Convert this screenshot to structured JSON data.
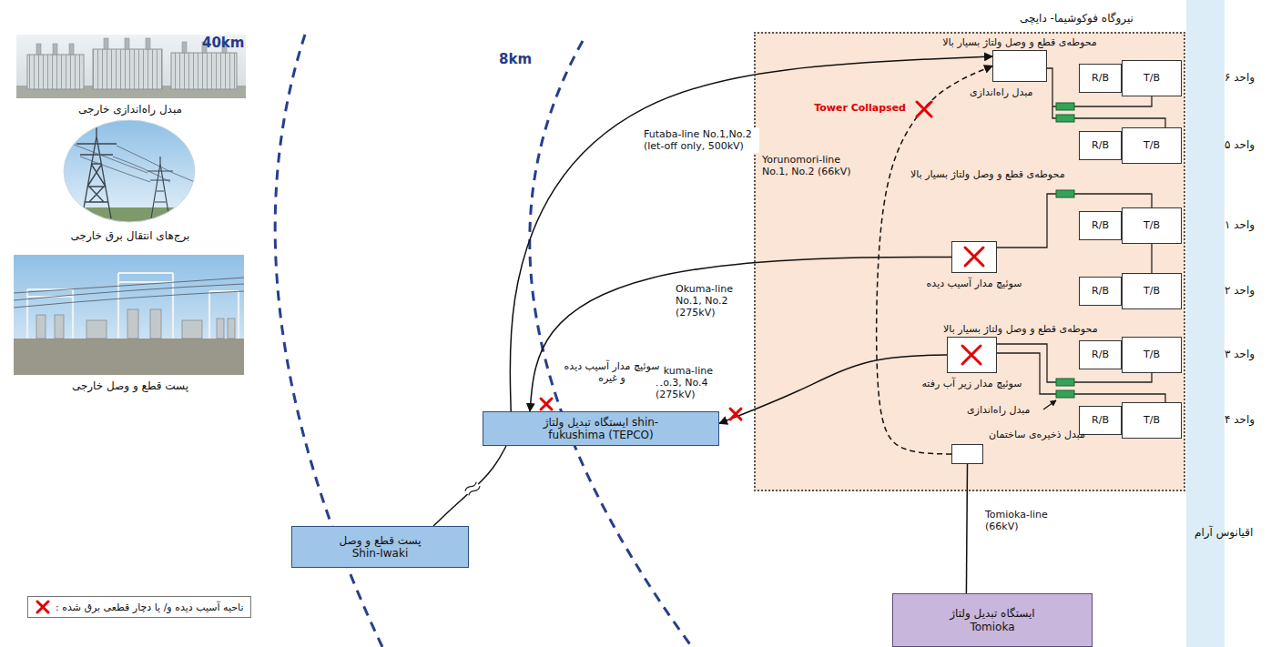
{
  "diagram": {
    "nodes": [
      {
        "text": [
          "نیروگاه فوکوشیما- دایچی"
        ]
      },
      {
        "text": [
          "محوطه‌ی قطع و وصل ولتاژ بسیار بالا"
        ],
        "in": 0
      },
      {
        "text": [
          "R/B"
        ],
        "in": 0
      },
      {
        "text": [
          "T/B"
        ],
        "in": 0
      },
      {
        "text": [
          "R/B"
        ],
        "in": 0
      },
      {
        "text": [
          "T/B"
        ],
        "in": 0
      },
      {
        "text": [
          "R/B"
        ],
        "in": 0
      },
      {
        "text": [
          "T/B"
        ],
        "in": 0
      },
      {
        "text": [
          "R/B"
        ],
        "in": 0
      },
      {
        "text": [
          "T/B"
        ],
        "in": 0
      },
      {
        "text": [
          "R/B"
        ],
        "in": 0
      },
      {
        "text": [
          "T/B"
        ],
        "in": 0
      },
      {
        "text": [
          "R/B"
        ],
        "in": 0
      },
      {
        "text": [
          "T/B"
        ],
        "in": 0
      },
      {
        "text": [
          "سوئیچ مدار آسیب دیده"
        ],
        "in": 0
      },
      {
        "text": [
          "محوطه‌ی قطع و وصل ولتاژ بسیار بالا",
          "سوئیچ مدار زیر آب رفته"
        ],
        "in": 0
      },
      {
        "text": [
          "مبدل ذخیره‌ی ساختمان"
        ],
        "in": 0
      },
      {
        "text": [
          "ایستگاه تبدیل ولتاژ shin-fukushima (TEPCO)"
        ]
      },
      {
        "text": [
          "پست قطع و وصل Shin-Iwaki"
        ]
      },
      {
        "text": [
          "ایستگاه تبدیل ولتاژ Tomioka"
        ]
      }
    ],
    "edges": [
      {
        "from": 17,
        "to": 1,
        "arrow": "to",
        "label": "Futaba-line No.1,No.2 (let-off only, 500kV)"
      },
      {
        "from": 16,
        "to": 1,
        "arrow": "to",
        "label": "Yorunomori-line No.1, No.2 (66kV)"
      },
      {
        "from": 14,
        "to": 17,
        "arrow": "to",
        "label": "Okuma-line No.1, No.2 (275kV)"
      },
      {
        "from": 15,
        "to": 17,
        "arrow": "to",
        "label": "Okuma-line No.3, No.4 (275kV)"
      },
      {
        "from": 17,
        "to": 18,
        "arrow": "none"
      },
      {
        "from": 16,
        "to": 19,
        "arrow": "none",
        "label": "Tomioka-line (66kV)"
      }
    ],
    "labels": [
      "40km",
      "8km",
      "مبدل راه‌اندازی خارجی",
      "برج‌های انتقال برق خارجی",
      "پست قطع و وصل خارجی",
      "Tower Collapsed",
      "مبدل راه‌اندازی",
      "محوطه‌ی قطع و وصل ولتاژ بسیار بالا",
      "مبدل راه‌اندازی",
      "سوئیچ مدار آسیب دیده و غیره",
      "واحد ۶",
      "واحد ۵",
      "واحد ۱",
      "واحد ۲",
      "واحد ۳",
      "واحد ۴",
      "اقیانوس آرام"
    ],
    "legend": [
      {
        "text": "ناحیه آسیب دیده و/ یا دچار قطعی برق شده :"
      }
    ]
  }
}
